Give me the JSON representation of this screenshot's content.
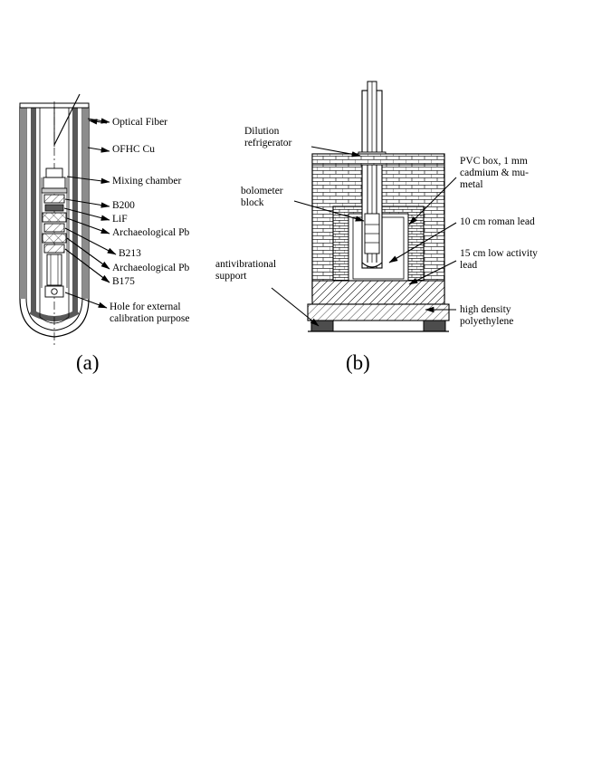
{
  "figure": {
    "type": "technical-cutaway-diagram",
    "panels": [
      {
        "id": "a",
        "caption": "(a)",
        "description": "Cryostat cold finger cutaway with bolometer stack",
        "labels": [
          "Optical Fiber",
          "OFHC Cu",
          "Mixing chamber",
          "B200",
          "LiF",
          "Archaeological Pb",
          "B213",
          "Archaeological Pb",
          "B175",
          "Hole for external\ncalibration purpose"
        ]
      },
      {
        "id": "b",
        "caption": "(b)",
        "description": "Shielding assembly around the dilution refrigerator",
        "labels": [
          "Dilution\nrefrigerator",
          "bolometer\nblock",
          "antivibrational\nsupport",
          "PVC box, 1 mm\ncadmium & mu-\nmetal",
          "10 cm roman lead",
          "15 cm low activity\nlead",
          "high density\npolyethylene"
        ]
      }
    ]
  },
  "panel_a": {
    "caption": "(a)",
    "labels": {
      "optical_fiber": "Optical Fiber",
      "ofhc_cu": "OFHC Cu",
      "mixing_chamber": "Mixing chamber",
      "b200": "B200",
      "lif": "LiF",
      "arch_pb_1": "Archaeological Pb",
      "b213": "B213",
      "arch_pb_2": "Archaeological Pb",
      "b175": "B175",
      "hole_calibration": "Hole for external\ncalibration purpose"
    }
  },
  "panel_b": {
    "caption": "(b)",
    "labels": {
      "dilution_refrigerator": "Dilution\nrefrigerator",
      "bolometer_block": "bolometer\nblock",
      "antivibrational_support": "antivibrational\nsupport",
      "pvc_box": "PVC box, 1 mm\ncadmium & mu-\nmetal",
      "roman_lead": "10 cm roman lead",
      "low_activity_lead": "15 cm low activity\nlead",
      "polyethylene": "high density\npolyethylene"
    }
  },
  "colors": {
    "line": "#000000",
    "background": "#ffffff",
    "fill_gray": "#8c8c8c",
    "fill_light": "#d9d9d9",
    "fill_dark": "#4d4d4d"
  }
}
